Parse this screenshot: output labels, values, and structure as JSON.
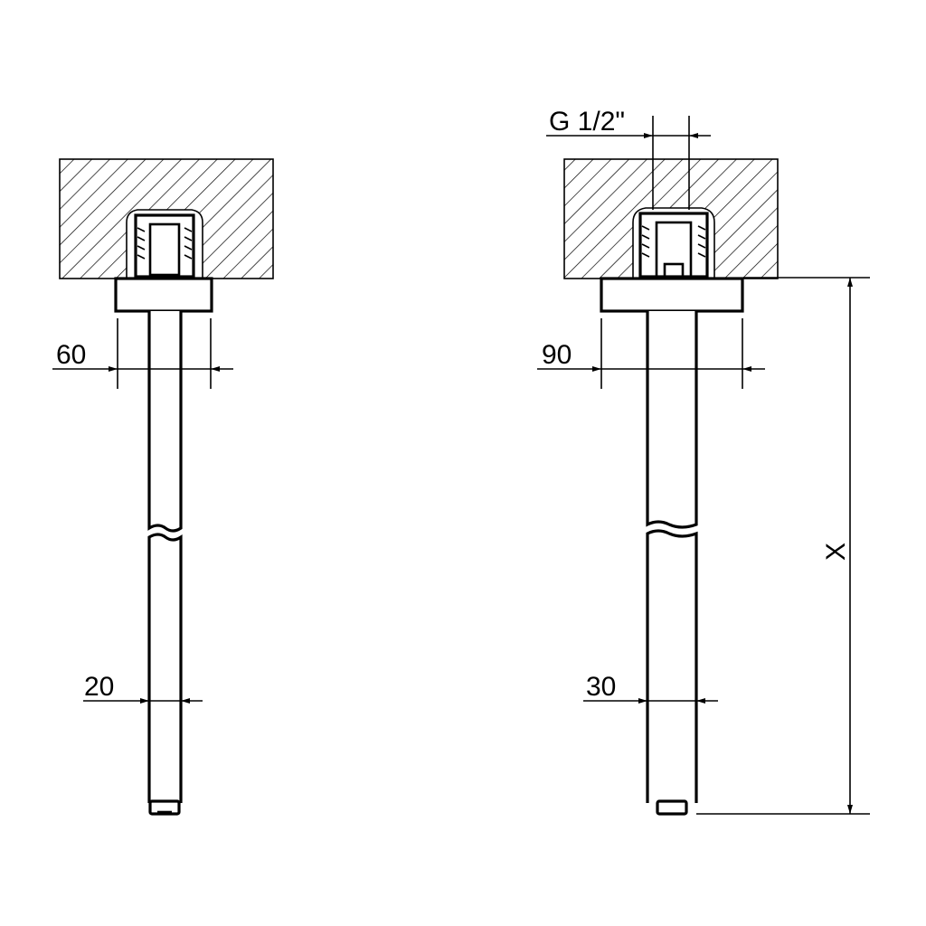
{
  "left_arm": {
    "flange_dim": "60",
    "tube_dim": "20"
  },
  "right_arm": {
    "thread_dim": "G 1/2\"",
    "flange_dim": "90",
    "tube_dim": "30",
    "length_dim": "X"
  },
  "colors": {
    "line": "#000000",
    "background": "#ffffff"
  }
}
